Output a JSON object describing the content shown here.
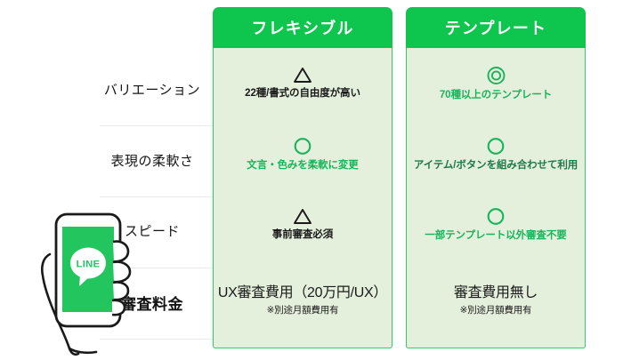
{
  "theme": {
    "header_green": "#0ec54d",
    "panel_bg": "#e4efdc",
    "panel_border": "#2ecc63",
    "accent_green": "#17b55b",
    "text_dark": "#1a1a1a",
    "divider": "#ececec"
  },
  "illustration": {
    "name": "hand-holding-smartphone",
    "logo_text": "LINE",
    "screen_color": "#22c55e"
  },
  "rows": [
    {
      "label": "バリエーション",
      "emphasis": false
    },
    {
      "label": "表現の柔軟さ",
      "emphasis": false
    },
    {
      "label": "スピード",
      "emphasis": false
    },
    {
      "label": "審査料金",
      "emphasis": true
    }
  ],
  "columns": [
    {
      "id": "flexible",
      "title": "フレキシブル",
      "cells": [
        {
          "mark": "triangle-mark",
          "mark_color": "#1a1a1a",
          "text": "22種/書式の自由度が高い",
          "text_style": "dark"
        },
        {
          "mark": "circle-mark",
          "mark_color": "#17b55b",
          "text": "文言・色みを柔軟に変更",
          "text_style": "green"
        },
        {
          "mark": "triangle-mark",
          "mark_color": "#1a1a1a",
          "text": "事前審査必須",
          "text_style": "dark"
        },
        {
          "mark": "none",
          "mark_color": "",
          "text": "UX審査費用（20万円/UX）",
          "note": "※別途月額費用有",
          "text_style": "price"
        }
      ]
    },
    {
      "id": "template",
      "title": "テンプレート",
      "cells": [
        {
          "mark": "double-circle-mark",
          "mark_color": "#17b55b",
          "text": "70種以上のテンプレート",
          "text_style": "green"
        },
        {
          "mark": "circle-mark",
          "mark_color": "#17b55b",
          "text": "アイテム/ボタンを組み合わせて利用",
          "text_style": "darkgreen"
        },
        {
          "mark": "circle-mark",
          "mark_color": "#17b55b",
          "text": "一部テンプレート以外審査不要",
          "text_style": "green"
        },
        {
          "mark": "none",
          "mark_color": "",
          "text": "審査費用無し",
          "note": "※別途月額費用有",
          "text_style": "price"
        }
      ]
    }
  ]
}
